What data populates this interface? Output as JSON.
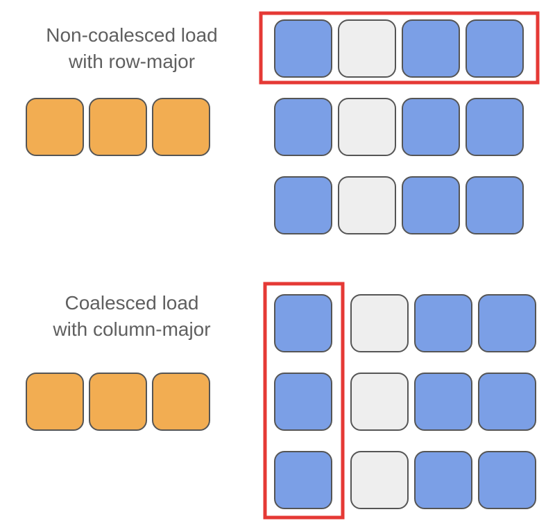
{
  "captions": {
    "non_coalesced": {
      "line1": "Non-coalesced load",
      "line2": "with row-major"
    },
    "coalesced": {
      "line1": "Coalesced load",
      "line2": "with column-major"
    }
  },
  "colors": {
    "orange": "#f2ad52",
    "blue": "#7b9fe6",
    "gray": "#eeeeee",
    "stroke": "#555555",
    "highlight": "#e53935"
  },
  "panels": [
    {
      "id": "non-coalesced",
      "vector": [
        "orange",
        "orange",
        "orange"
      ],
      "matrix": [
        [
          "blue",
          "gray",
          "blue",
          "blue"
        ],
        [
          "blue",
          "gray",
          "blue",
          "blue"
        ],
        [
          "blue",
          "gray",
          "blue",
          "blue"
        ]
      ],
      "highlight": {
        "kind": "row",
        "index": 0
      }
    },
    {
      "id": "coalesced",
      "vector": [
        "orange",
        "orange",
        "orange"
      ],
      "matrix": [
        [
          "blue",
          "gray",
          "blue",
          "blue"
        ],
        [
          "blue",
          "gray",
          "blue",
          "blue"
        ],
        [
          "blue",
          "gray",
          "blue",
          "blue"
        ]
      ],
      "highlight": {
        "kind": "column",
        "index": 0
      }
    }
  ]
}
